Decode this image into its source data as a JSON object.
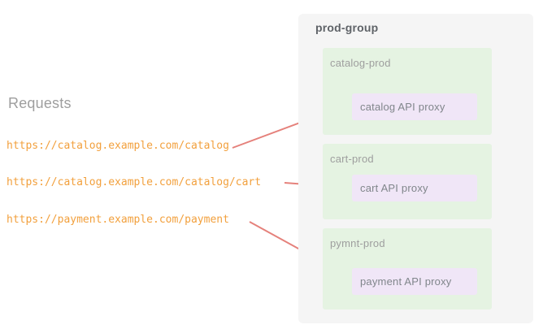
{
  "requests": {
    "heading": "Requests",
    "urls": [
      "https://catalog.example.com/catalog",
      "https://catalog.example.com/catalog/cart",
      "https://payment.example.com/payment"
    ]
  },
  "group": {
    "title": "prod-group",
    "environments": [
      {
        "name": "catalog-prod",
        "proxy_label": "catalog API proxy"
      },
      {
        "name": "cart-prod",
        "proxy_label": "cart API proxy"
      },
      {
        "name": "pymnt-prod",
        "proxy_label": "payment API proxy"
      }
    ]
  },
  "colors": {
    "url_text": "#f2a03d",
    "arrow": "#e5817b",
    "group_bg": "#f5f5f5",
    "environment_bg": "#e5f3e2",
    "proxy_bg": "#f0e6f7",
    "heading_text": "#9e9e9e",
    "group_title_text": "#5f6368",
    "environment_text": "#9e9e9e",
    "proxy_text": "#80868b"
  }
}
